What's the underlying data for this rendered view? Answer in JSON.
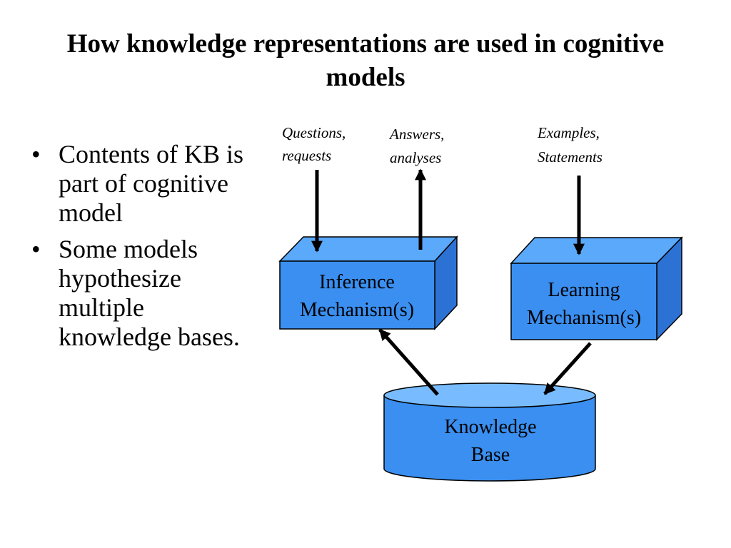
{
  "slide": {
    "title": "How knowledge representations are used in cognitive models",
    "bullets": [
      "Contents of KB is part of cognitive model",
      "Some models hypothesize multiple knowledge bases."
    ]
  },
  "diagram": {
    "inputs": {
      "questions": [
        "Questions,",
        "requests"
      ],
      "answers": [
        "Answers,",
        "analyses"
      ],
      "examples": [
        "Examples,",
        "Statements"
      ]
    },
    "inference_box": [
      "Inference",
      "Mechanism(s)"
    ],
    "learning_box": [
      "Learning",
      "Mechanism(s)"
    ],
    "knowledge_base": [
      "Knowledge",
      "Base"
    ]
  },
  "colors": {
    "box_front": "#3a8ff0",
    "box_top": "#5aa9fa",
    "box_side": "#2c72d4",
    "cylinder_top": "#78bcff",
    "outline": "#000000"
  }
}
